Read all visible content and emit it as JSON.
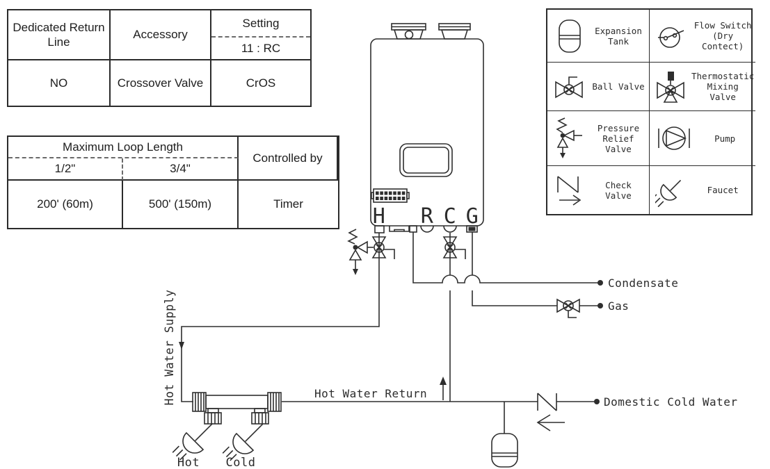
{
  "accessory_table": {
    "col1_header": "Dedicated Return Line",
    "col2_header": "Accessory",
    "col3_header": "Setting",
    "col3_value": "11 : RC",
    "row": {
      "c1": "NO",
      "c2": "Crossover Valve",
      "c3": "CrOS"
    }
  },
  "loop_table": {
    "title": "Maximum Loop Length",
    "size1": "1/2\"",
    "size2": "3/4\"",
    "controlled_header": "Controlled by",
    "val1": "200' (60m)",
    "val2": "500' (150m)",
    "val3": "Timer"
  },
  "legend": {
    "items": [
      {
        "icon": "expansion-tank",
        "label": "Expansion\nTank"
      },
      {
        "icon": "flow-switch",
        "label": "Flow Switch\n(Dry Contect)"
      },
      {
        "icon": "ball-valve",
        "label": "Ball Valve"
      },
      {
        "icon": "thermostatic-mixing-valve",
        "label": "Thermostatic\nMixing\nValve"
      },
      {
        "icon": "pressure-relief-valve",
        "label": "Pressure\nRelief\nValve"
      },
      {
        "icon": "pump",
        "label": "Pump"
      },
      {
        "icon": "check-valve",
        "label": "Check\nValve"
      },
      {
        "icon": "faucet",
        "label": "Faucet"
      }
    ]
  },
  "heater": {
    "ports": {
      "h": "H",
      "r": "R",
      "c": "C",
      "g": "G"
    }
  },
  "diagram_labels": {
    "condensate": "Condensate",
    "gas": "Gas",
    "hot_water_supply": "Hot Water Supply",
    "hot_water_return": "Hot Water Return",
    "domestic_cold_water": "Domestic Cold Water",
    "hot_faucet": "Hot",
    "cold_faucet": "Cold"
  },
  "colors": {
    "line": "#2e2e2e"
  }
}
